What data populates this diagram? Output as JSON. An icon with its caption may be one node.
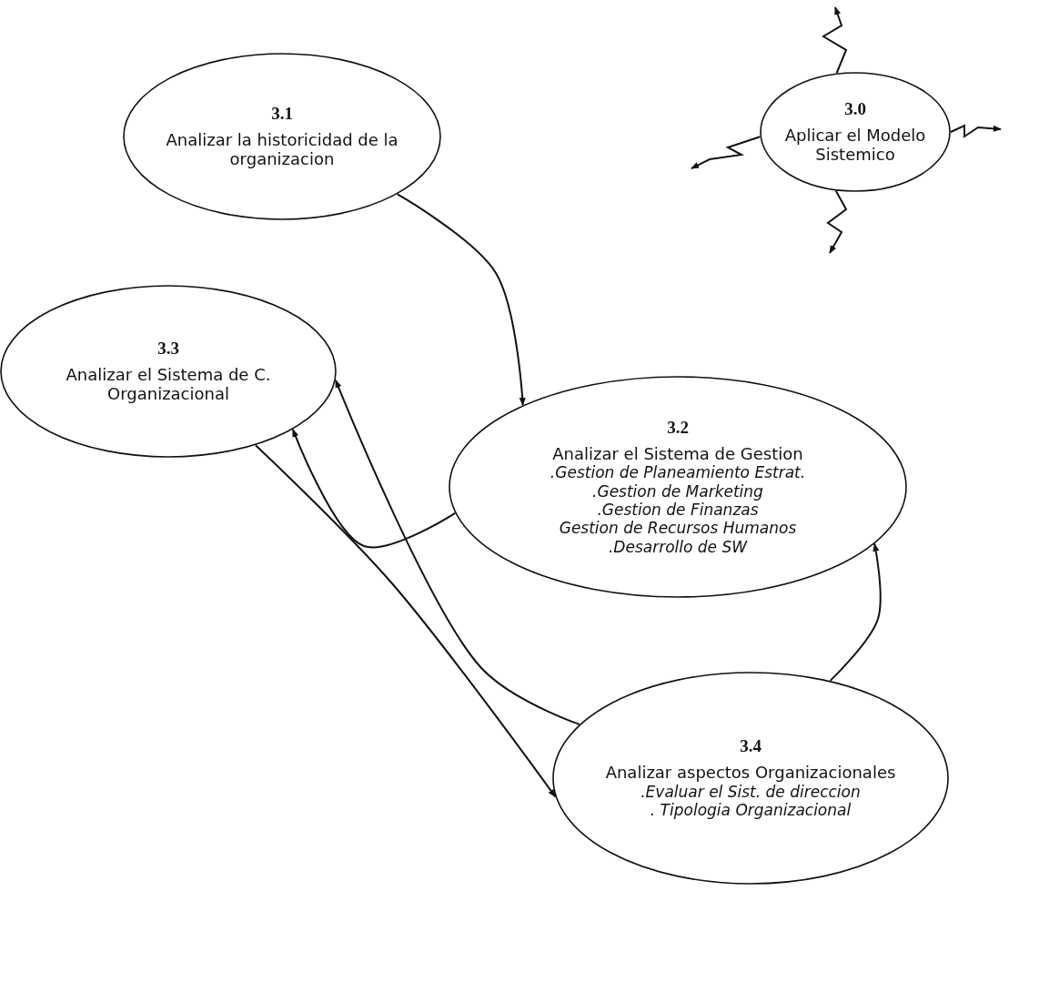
{
  "diagram": {
    "nodes": [
      {
        "text": [
          "3.1",
          "Analizar la historicidad de la organizacion"
        ]
      },
      {
        "text": [
          "3.0",
          "Aplicar el Modelo Sistemico"
        ]
      },
      {
        "text": [
          "3.2",
          "Analizar el Sistema de Gestion",
          ".Gestion de Planeamiento Estrat.",
          ".Gestion de Marketing",
          ".Gestion de Finanzas",
          "Gestion de Recursos Humanos",
          ".Desarrollo de SW"
        ]
      },
      {
        "text": [
          "3.3",
          "Analizar el Sistema de C. Organizacional"
        ]
      },
      {
        "text": [
          "3.4",
          "Analizar aspectos Organizacionales",
          ".Evaluar el Sist. de direccion",
          ". Tipologia Organizacional"
        ]
      }
    ],
    "edges": [
      {
        "from": 0,
        "to": 2,
        "arrow": "to"
      },
      {
        "from": 2,
        "to": 3,
        "arrow": "to"
      },
      {
        "from": 4,
        "to": 3,
        "arrow": "to"
      },
      {
        "from": 3,
        "to": 4,
        "arrow": "to"
      },
      {
        "from": 4,
        "to": 2,
        "arrow": "to"
      },
      {
        "from": 1,
        "to": null,
        "arrow": "to"
      },
      {
        "from": 1,
        "to": null,
        "arrow": "to"
      },
      {
        "from": 1,
        "to": null,
        "arrow": "to"
      },
      {
        "from": 1,
        "to": null,
        "arrow": "to"
      }
    ]
  }
}
